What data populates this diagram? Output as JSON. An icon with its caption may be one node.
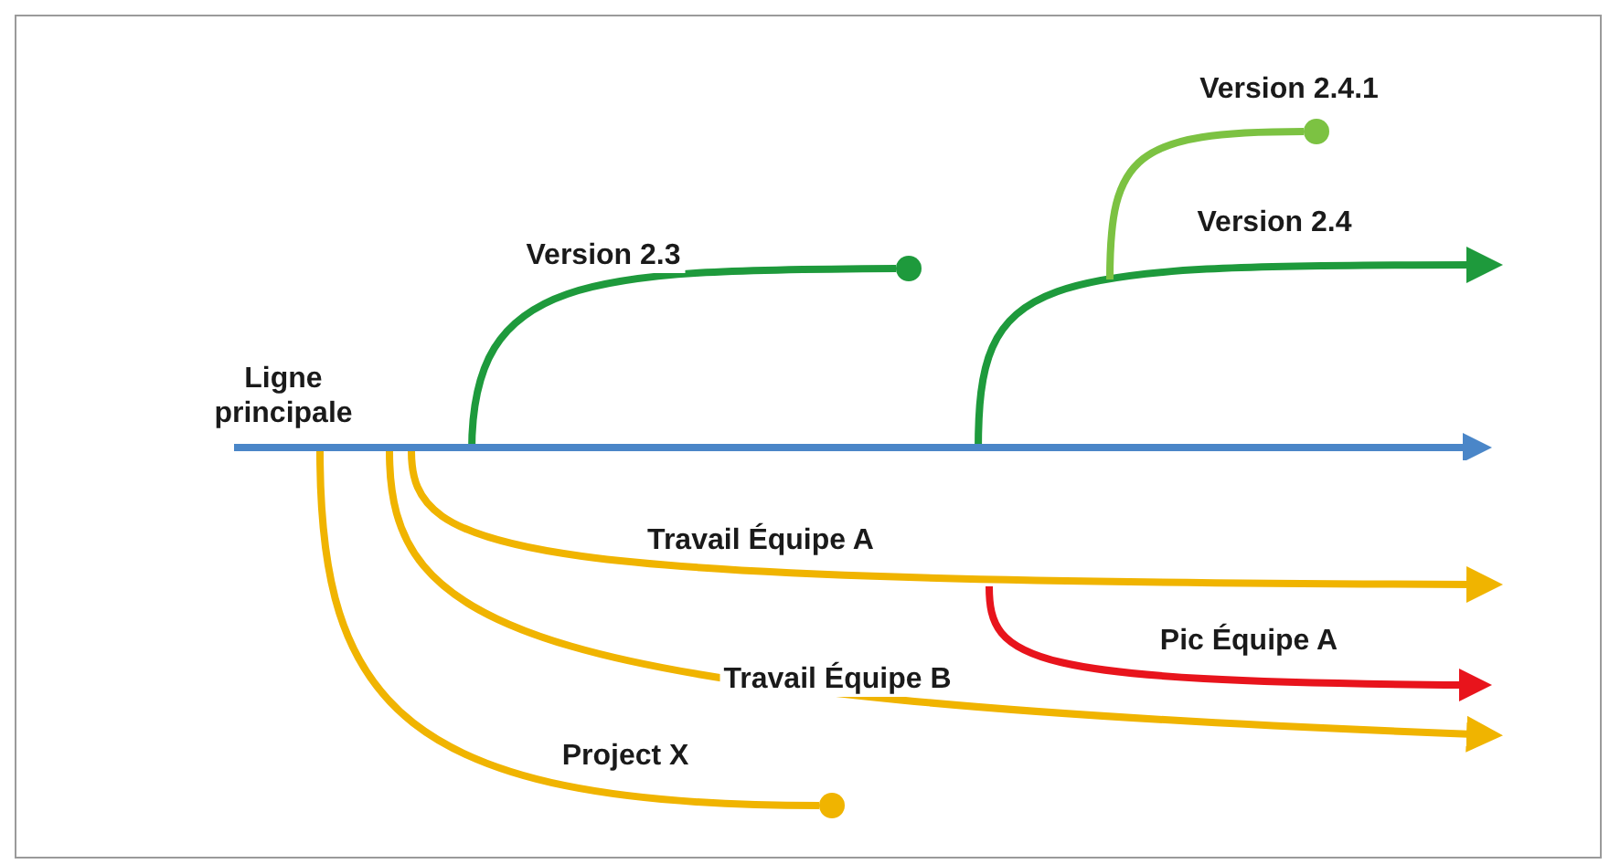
{
  "diagram": {
    "nodes": [
      {
        "text": [
          "Ligne principale"
        ]
      },
      {
        "text": [],
        "shape": "circle"
      },
      {
        "text": [],
        "shape": "circle"
      },
      {
        "text": [],
        "shape": "circle"
      }
    ],
    "edges": [
      {
        "from": 0,
        "to": 1,
        "arrow": "none",
        "label": "Version 2.3",
        "color": "#1e9a3c"
      },
      {
        "from": 0,
        "to": null,
        "arrow": "to",
        "label": "Version 2.4",
        "color": "#1e9a3c"
      },
      {
        "from": null,
        "to": 2,
        "arrow": "none",
        "label": "Version 2.4.1",
        "color": "#7cc242"
      },
      {
        "from": 0,
        "to": null,
        "arrow": "to",
        "label": "Travail Équipe A"
      },
      {
        "from": 0,
        "to": null,
        "arrow": "to",
        "label": "Travail Équipe B"
      },
      {
        "from": 0,
        "to": 3,
        "arrow": "none",
        "label": "Project X"
      }
    ],
    "labels": [
      "Pic Équipe A"
    ]
  }
}
